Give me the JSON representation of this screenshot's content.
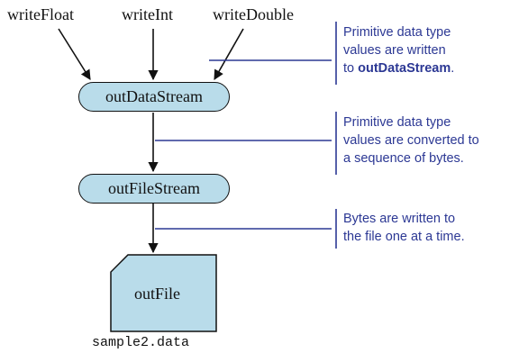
{
  "inputs": {
    "write_float": "writeFloat",
    "write_int": "writeInt",
    "write_double": "writeDouble"
  },
  "streams": {
    "data_stream": "outDataStream",
    "file_stream": "outFileStream"
  },
  "file": {
    "label": "outFile",
    "name": "sample2.data"
  },
  "annotations": {
    "note1": {
      "line1": "Primitive data type",
      "line2": "values are written",
      "line3_prefix": "to ",
      "line3_bold": "outDataStream",
      "line3_suffix": "."
    },
    "note2": {
      "line1": "Primitive data type",
      "line2": "values are converted to",
      "line3": "a sequence of bytes."
    },
    "note3": {
      "line1": "Bytes are written to",
      "line2": "the file one at a time."
    }
  },
  "colors": {
    "box_fill": "#b9dcea",
    "annotation_blue": "#2c3894",
    "arrow": "#111111"
  }
}
